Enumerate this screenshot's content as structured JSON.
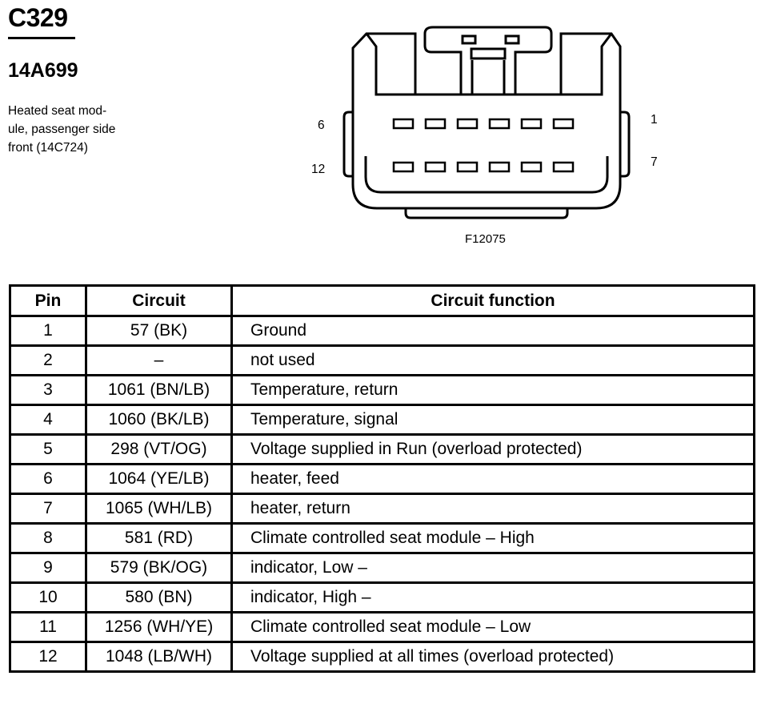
{
  "header": {
    "connector_id": "C329",
    "part_number": "14A699",
    "description_lines": [
      "Heated seat mod-",
      "ule, passenger side",
      "front (14C724)"
    ]
  },
  "diagram": {
    "pin_labels": {
      "top_left": "6",
      "bottom_left": "12",
      "top_right": "1",
      "bottom_right": "7"
    },
    "figure_code": "F12075"
  },
  "table": {
    "headers": [
      "Pin",
      "Circuit",
      "Circuit function"
    ],
    "rows": [
      {
        "pin": "1",
        "circuit": "57 (BK)",
        "function": "Ground"
      },
      {
        "pin": "2",
        "circuit": "–",
        "function": "not used"
      },
      {
        "pin": "3",
        "circuit": "1061 (BN/LB)",
        "function": "Temperature, return"
      },
      {
        "pin": "4",
        "circuit": "1060 (BK/LB)",
        "function": "Temperature, signal"
      },
      {
        "pin": "5",
        "circuit": "298 (VT/OG)",
        "function": "Voltage supplied in Run (overload protected)"
      },
      {
        "pin": "6",
        "circuit": "1064 (YE/LB)",
        "function": "heater, feed"
      },
      {
        "pin": "7",
        "circuit": "1065 (WH/LB)",
        "function": "heater, return"
      },
      {
        "pin": "8",
        "circuit": "581 (RD)",
        "function": "Climate controlled seat module – High"
      },
      {
        "pin": "9",
        "circuit": "579 (BK/OG)",
        "function": "indicator, Low –"
      },
      {
        "pin": "10",
        "circuit": "580 (BN)",
        "function": "indicator, High –"
      },
      {
        "pin": "11",
        "circuit": "1256 (WH/YE)",
        "function": "Climate controlled seat module – Low"
      },
      {
        "pin": "12",
        "circuit": "1048 (LB/WH)",
        "function": "Voltage supplied at all times (overload protected)"
      }
    ]
  }
}
